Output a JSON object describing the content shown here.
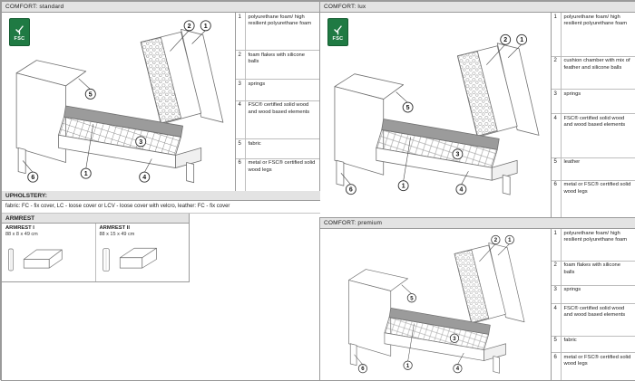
{
  "panels": {
    "standard": {
      "title": "COMFORT: standard",
      "legend": [
        {
          "num": "1",
          "text": "polyurethane foam/ high resilient polyurethane foam"
        },
        {
          "num": "2",
          "text": "foam flakes with silicone balls"
        },
        {
          "num": "3",
          "text": "springs"
        },
        {
          "num": "4",
          "text": "FSC® certified solid wood and wood based elements"
        },
        {
          "num": "5",
          "text": "fabric"
        },
        {
          "num": "6",
          "text": "metal or FSC® certified solid wood legs"
        }
      ]
    },
    "lux": {
      "title": "COMFORT: lux",
      "legend": [
        {
          "num": "1",
          "text": "polyurethane foam/ high resilient polyurethane foam"
        },
        {
          "num": "2",
          "text": "cushion chamber with mix of feather and silicone balls"
        },
        {
          "num": "3",
          "text": "springs"
        },
        {
          "num": "4",
          "text": "FSC® certified solid wood and wood based elements"
        },
        {
          "num": "5",
          "text": "leather"
        },
        {
          "num": "6",
          "text": "metal or FSC® certified solid wood legs"
        }
      ]
    },
    "premium": {
      "title": "COMFORT: premium",
      "legend": [
        {
          "num": "1",
          "text": "polyurethane foam/ high resilient polyurethane foam"
        },
        {
          "num": "2",
          "text": "foam flakes with silicone balls"
        },
        {
          "num": "3",
          "text": "springs"
        },
        {
          "num": "4",
          "text": "FSC® certified solid wood and wood based elements"
        },
        {
          "num": "5",
          "text": "fabric"
        },
        {
          "num": "6",
          "text": "metal or FSC® certified solid wood legs"
        }
      ]
    }
  },
  "diagram": {
    "callouts": [
      "2",
      "1",
      "5",
      "3",
      "1",
      "4",
      "6"
    ]
  },
  "fsc_logo": {
    "label": "FSC"
  },
  "upholstery": {
    "title": "UPHOLSTERY:",
    "text": "fabric: FC - fix cover, LC - loose cover or LCV - loose cover with velcro, leather: FC - fix cover"
  },
  "armrest": {
    "title": "ARMREST",
    "items": [
      {
        "name": "ARMREST I",
        "dims": "88 x 8 x 49 cm"
      },
      {
        "name": "ARMREST II",
        "dims": "88 x 15 x 49 cm"
      }
    ]
  }
}
